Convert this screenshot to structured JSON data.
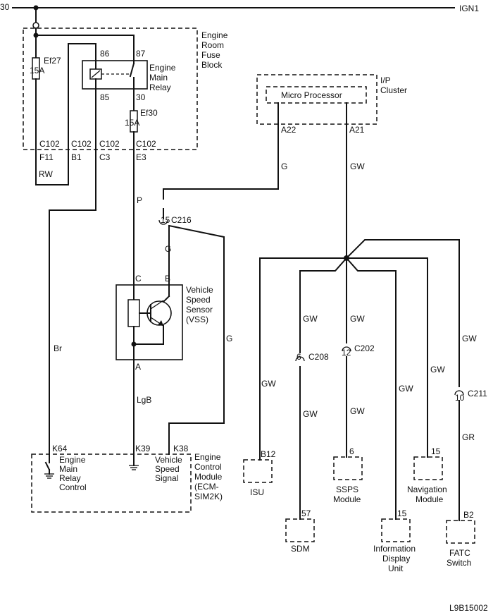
{
  "labels": {
    "bus_30": "30",
    "bus_ign1": "IGN1",
    "fuse_block": [
      "Engine",
      "Room",
      "Fuse",
      "Block"
    ],
    "ef27": "Ef27",
    "ef27_amp": "15A",
    "ef30": "Ef30",
    "ef30_amp": "15A",
    "relay": [
      "Engine",
      "Main",
      "Relay"
    ],
    "pin86": "86",
    "pin87": "87",
    "pin85": "85",
    "pin30": "30",
    "c102_1": "C102",
    "c102_2": "C102",
    "c102_3": "C102",
    "c102_4": "C102",
    "pin_f11": "F11",
    "pin_b1": "B1",
    "pin_c3": "C3",
    "pin_e3": "E3",
    "wire_rw": "RW",
    "wire_p": "P",
    "wire_br": "Br",
    "wire_g1": "G",
    "wire_g2": "G",
    "wire_g3": "G",
    "wire_lgb": "LgB",
    "c216_pin": "15",
    "c216": "C216",
    "vss_c": "C",
    "vss_b": "B",
    "vss_a": "A",
    "vss": [
      "Vehicle",
      "Speed",
      "Sensor",
      "(VSS)"
    ],
    "ecm_k64": "K64",
    "ecm_k39": "K39",
    "ecm_k38": "K38",
    "ecm_relay_ctrl": [
      "Engine",
      "Main",
      "Relay",
      "Control"
    ],
    "ecm_vss_sig": [
      "Vehicle",
      "Speed",
      "Signal"
    ],
    "ecm": [
      "Engine",
      "Control",
      "Module",
      "(ECM-",
      "SIM2K)"
    ],
    "ip_cluster": [
      "I/P",
      "Cluster"
    ],
    "micro_processor": "Micro Processor",
    "pin_a22": "A22",
    "pin_a21": "A21",
    "gw_main": "GW",
    "gw_sdm_up": "GW",
    "gw_sdm_down": "GW",
    "gw_ssps_up": "GW",
    "gw_ssps_down": "GW",
    "gw_isu": "GW",
    "gw_info": "GW",
    "gw_nav": "GW",
    "gw_fatc": "GW",
    "gr_fatc": "GR",
    "c208_pin": "6",
    "c208": "C208",
    "c202_pin": "12",
    "c202": "C202",
    "c211_pin": "10",
    "c211": "C211",
    "isu_pin": "B12",
    "isu": "ISU",
    "ssps_pin": "6",
    "ssps": [
      "SSPS",
      "Module"
    ],
    "nav_pin": "15",
    "nav": [
      "Navigation",
      "Module"
    ],
    "sdm_pin": "57",
    "sdm": "SDM",
    "info_pin": "15",
    "info": [
      "Information",
      "Display",
      "Unit"
    ],
    "fatc_pin": "B2",
    "fatc": [
      "FATC",
      "Switch"
    ],
    "figure_id": "L9B15002"
  }
}
